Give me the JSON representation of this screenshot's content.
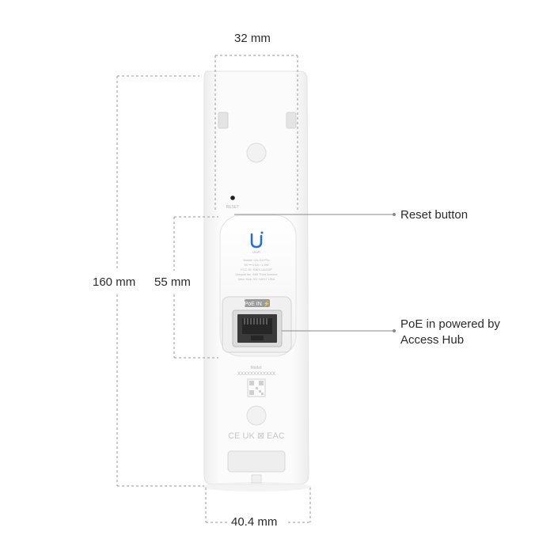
{
  "dimensions": {
    "top_width": "32 mm",
    "bottom_width": "40.4 mm",
    "height": "160 mm",
    "window_height": "55 mm"
  },
  "callouts": {
    "reset": "Reset button",
    "poe_line1": "PoE in powered by",
    "poe_line2": "Access Hub"
  },
  "device_text": {
    "reset_mark": "RESET",
    "brand": "UniFi",
    "label_lines": [
      "Model: UA-G2-Pro",
      "5V ⎓ 0.6A / 1.5W",
      "FCC ID: SWX-UAG2P",
      "Ubiquiti Inc. 685 Third Avenue",
      "New York, NY 10017 USA"
    ],
    "port_label": "PoE IN ⚡",
    "mac_label": "Model:",
    "serial": "XXXXXXXXXXXX",
    "marks": "CE UK ⊠ EAC"
  },
  "colors": {
    "body": "#fbfbfb",
    "body_edge": "#e6e6e6",
    "dimension_line": "#9a9a9a",
    "text": "#2a2a2a",
    "port": "#3a3a3a"
  }
}
